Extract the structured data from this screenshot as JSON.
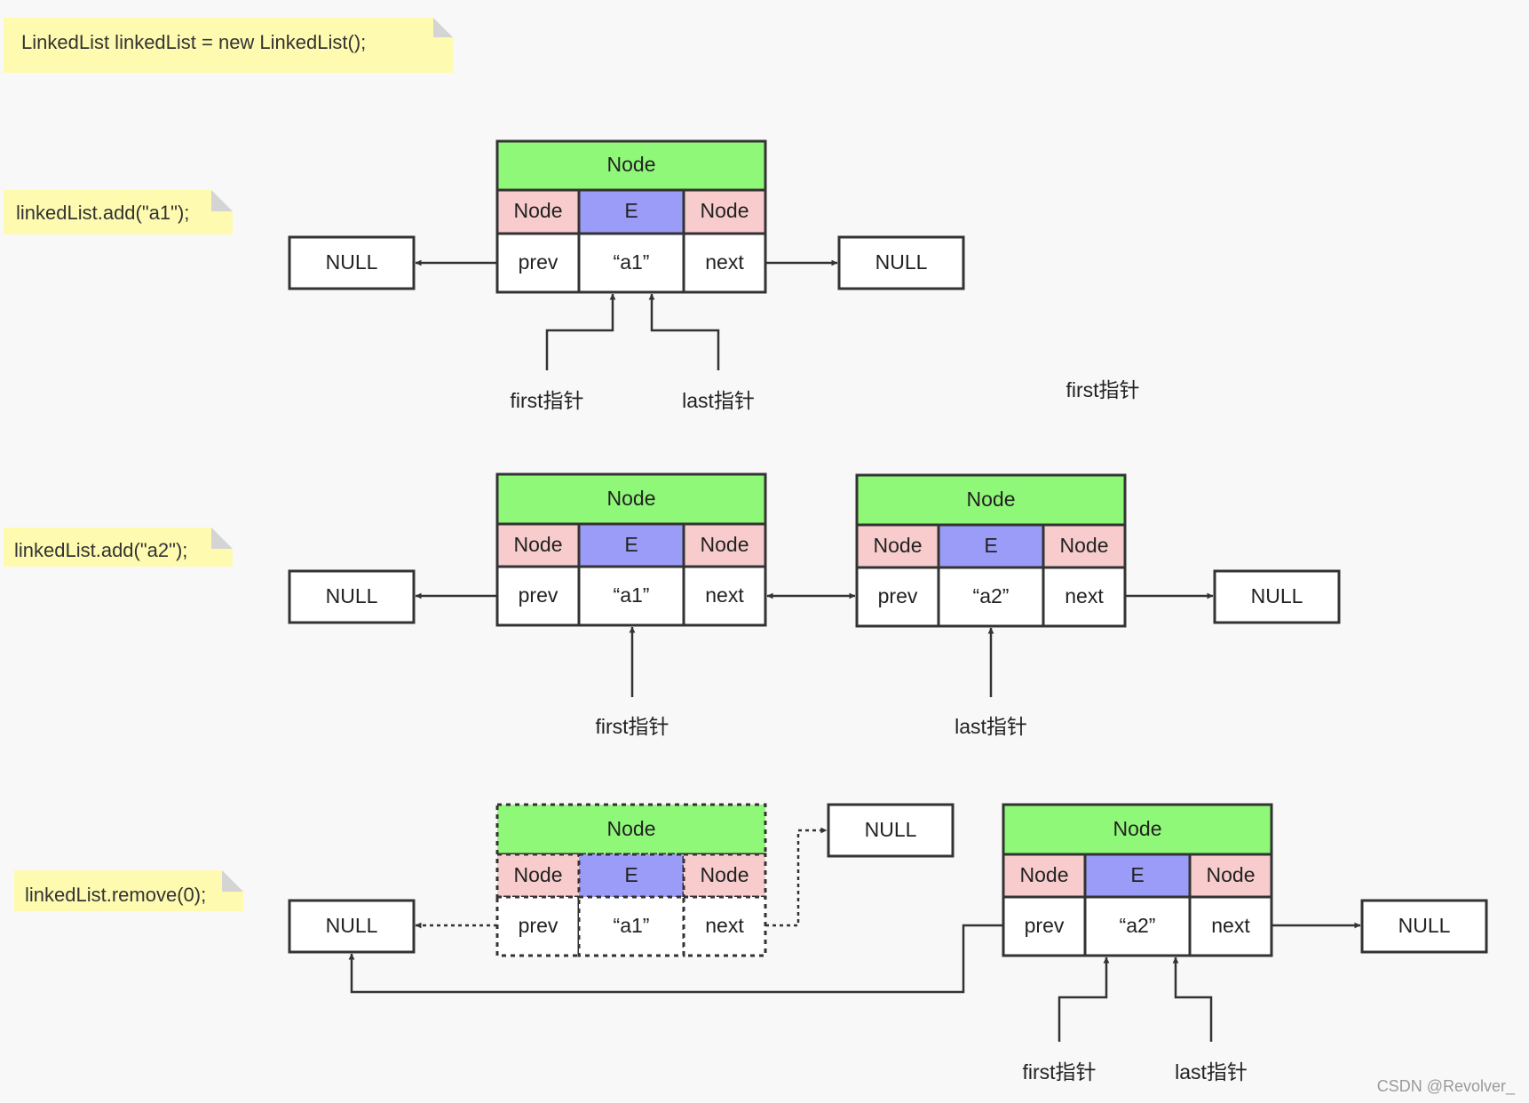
{
  "notes": {
    "init": "LinkedList linkedList = new LinkedList();",
    "add_a1": "linkedList.add(\"a1\");",
    "add_a2": "linkedList.add(\"a2\");",
    "remove": "linkedList.remove(0);"
  },
  "labels": {
    "node": "Node",
    "e": "E",
    "prev": "prev",
    "next": "next",
    "null": "NULL",
    "a1": "“a1”",
    "a2": "“a2”",
    "first_ptr": "first指针",
    "last_ptr": "last指针"
  },
  "watermark": "CSDN @Revolver_",
  "colors": {
    "note_fill": "#fefbb0",
    "note_fold": "#d4d4d4",
    "node_header": "#90f878",
    "node_ref": "#f8cccc",
    "node_e": "#9a9cf8",
    "stroke": "#333333",
    "watermark": "#9a9a9a"
  }
}
